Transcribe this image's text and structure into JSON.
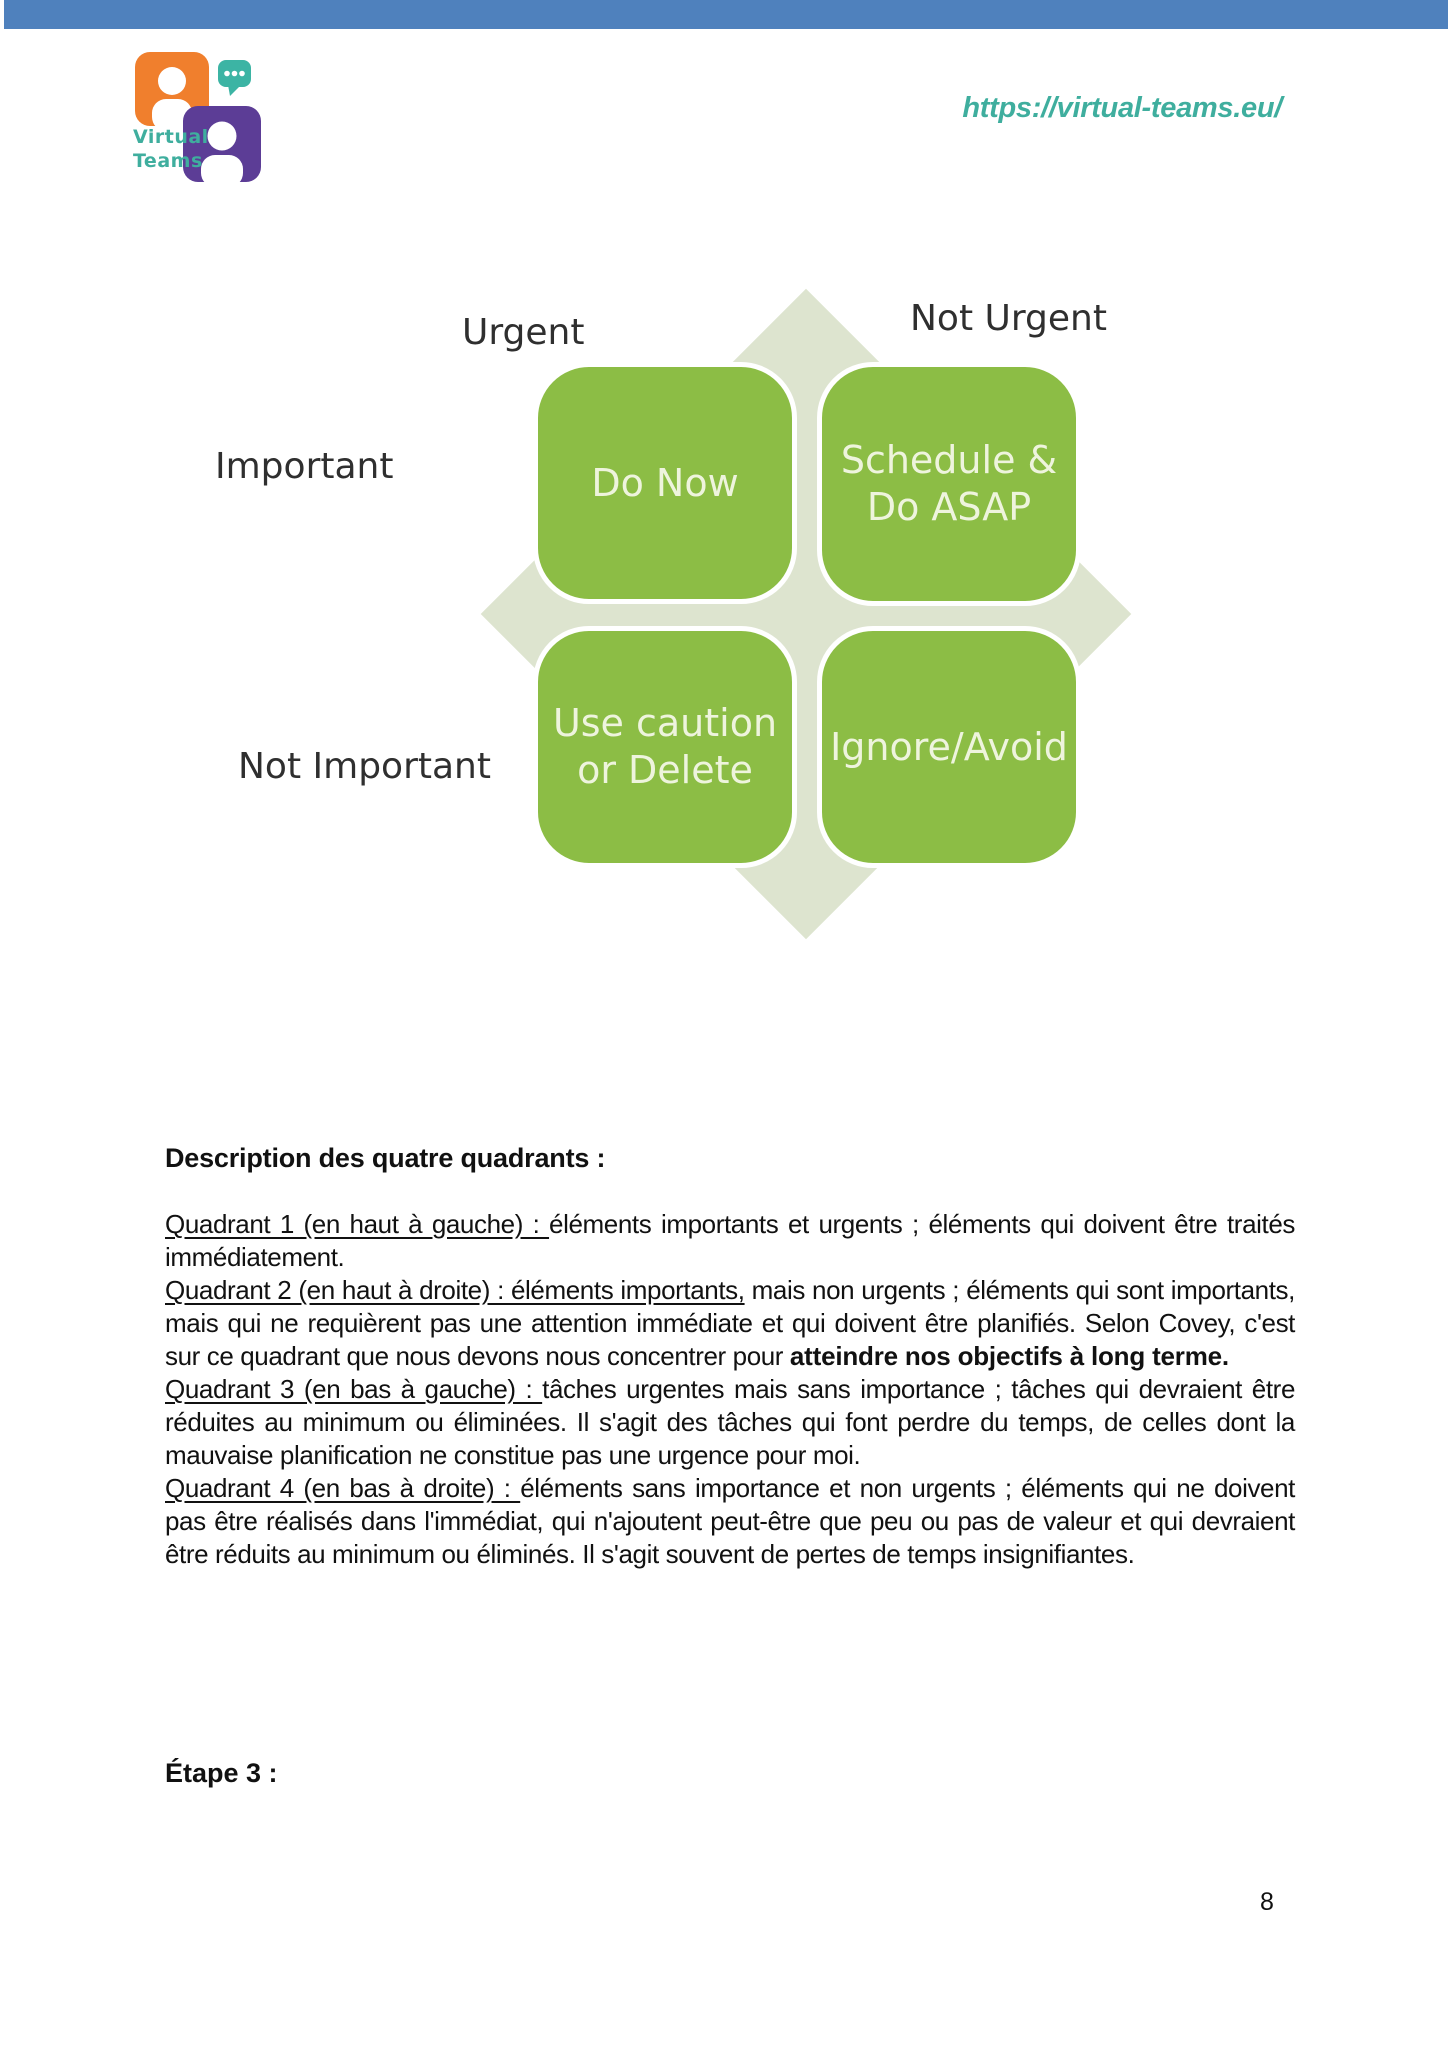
{
  "header": {
    "url": "https://virtual-teams.eu/"
  },
  "logo": {
    "line1": "Virtual",
    "line2": "Teams"
  },
  "matrix": {
    "top_labels": [
      "Urgent",
      "Not Urgent"
    ],
    "side_labels": [
      "Important",
      "Not Important"
    ],
    "boxes": [
      {
        "line1": "Do Now",
        "line2": ""
      },
      {
        "line1": "Schedule &",
        "line2": "Do ASAP"
      },
      {
        "line1": "Use caution",
        "line2": "or Delete"
      },
      {
        "line1": "Ignore/Avoid",
        "line2": ""
      }
    ]
  },
  "description": {
    "heading": "Description des quatre quadrants :",
    "paragraphs": [
      {
        "lead": "Quadrant 1 (en haut à gauche) : ",
        "text": "éléments importants et urgents ; éléments qui doivent être traités immédiatement.",
        "bold_tail": ""
      },
      {
        "lead": "Quadrant 2 (en haut à droite) : éléments importants,",
        "text": " mais non urgents ; éléments qui sont importants, mais qui ne requièrent pas une attention immédiate et qui doivent être planifiés. Selon Covey, c'est sur ce quadrant que nous devons nous concentrer pour ",
        "bold_tail": "atteindre nos objectifs à long terme."
      },
      {
        "lead": "Quadrant 3 (en bas à gauche) : ",
        "text": "tâches urgentes mais sans importance ; tâches qui devraient être réduites au minimum ou éliminées. Il s'agit des tâches qui font perdre du temps, de celles dont la mauvaise planification ne constitue pas une urgence pour moi.",
        "bold_tail": ""
      },
      {
        "lead": "Quadrant 4 (en bas à droite) : ",
        "text": "éléments sans importance et non urgents ; éléments qui ne doivent pas être réalisés dans l'immédiat, qui n'ajoutent peut-être que peu ou pas de valeur et qui devraient être réduits au minimum ou éliminés. Il s'agit souvent de pertes de temps insignifiantes.",
        "bold_tail": ""
      }
    ]
  },
  "etape": {
    "heading": "Étape 3 :"
  },
  "footer": {
    "page_number": "8"
  },
  "colors": {
    "bar_blue": "#4f81bd",
    "teal": "#3fae9e",
    "logo_orange": "#f07f2d",
    "logo_purple": "#5c3d96",
    "box_green": "#8cbd45",
    "diamond_sage": "#dde4cf",
    "label_gray": "#2f2f2f"
  }
}
